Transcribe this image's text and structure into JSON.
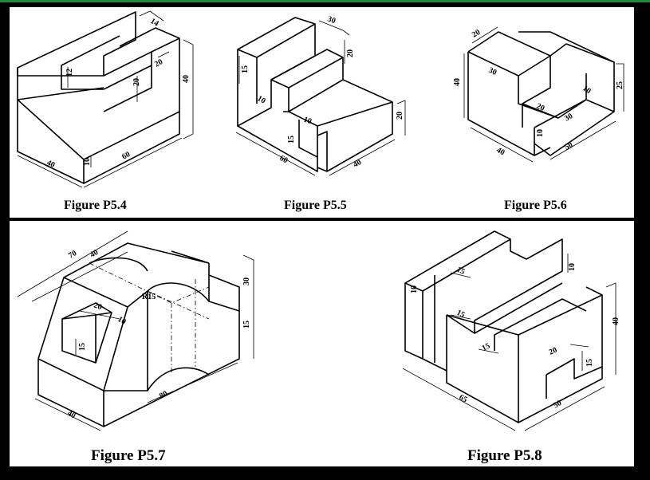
{
  "figures": [
    {
      "caption": "Figure P5.4",
      "dims": {
        "a": "14",
        "b": "12",
        "c": "20",
        "d": "20",
        "e": "40",
        "f": "40",
        "g": "10",
        "h": "60"
      }
    },
    {
      "caption": "Figure P5.5",
      "dims": {
        "a": "30",
        "b": "20",
        "c": "15",
        "d": "10",
        "e": "10",
        "f": "15",
        "g": "60",
        "h": "40",
        "i": "20"
      }
    },
    {
      "caption": "Figure P5.6",
      "dims": {
        "a": "20",
        "b": "30",
        "c": "40",
        "d": "10",
        "e": "20",
        "f": "30",
        "g": "10",
        "h": "25",
        "i": "40",
        "j": "50"
      }
    },
    {
      "caption": "Figure P5.7",
      "dims": {
        "a": "70",
        "b": "40",
        "c": "R15",
        "d": "30",
        "e": "20",
        "f": "10",
        "g": "15",
        "h": "15",
        "i": "40",
        "j": "80"
      }
    },
    {
      "caption": "Figure P5.8",
      "dims": {
        "a": "10",
        "b": "15",
        "c": "10",
        "d": "15",
        "e": "15",
        "f": "40",
        "g": "20",
        "h": "15",
        "i": "65",
        "j": "50"
      }
    }
  ]
}
